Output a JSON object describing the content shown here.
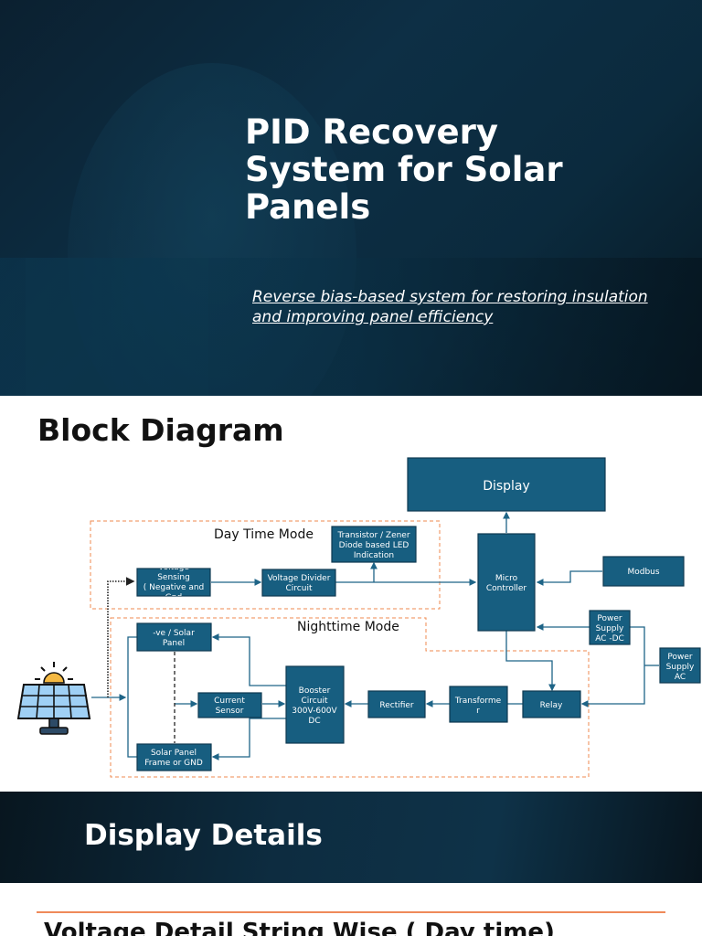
{
  "title_slide": {
    "title": "PID Recovery System for Solar Panels",
    "subtitle": "Reverse bias-based system for restoring insulation and improving panel efficiency"
  },
  "block_diagram": {
    "heading": "Block Diagram",
    "modes": {
      "day": "Day Time Mode",
      "night": "Nighttime Mode"
    },
    "blocks": {
      "display": "Display",
      "micro_controller": [
        "Micro",
        "Controller"
      ],
      "modbus": "Modbus",
      "led_indication": [
        "Transistor / Zener",
        "Diode based LED",
        "Indication"
      ],
      "voltage_sensing": [
        "Voltage",
        "Sensing",
        "( Negative and",
        "Gnd"
      ],
      "voltage_divider": [
        "Voltage Divider",
        "Circuit"
      ],
      "power_supply_acdc": [
        "Power",
        "Supply",
        "AC -DC"
      ],
      "power_supply_ac": [
        "Power",
        "Supply",
        "AC"
      ],
      "neg_solar_panel": [
        "-ve / Solar",
        "Panel"
      ],
      "current_sensor": [
        "Current",
        "Sensor"
      ],
      "booster": [
        "Booster",
        "Circuit",
        "300V-600V",
        "DC"
      ],
      "rectifier": "Rectifier",
      "transformer": [
        "Transforme",
        "r"
      ],
      "relay": "Relay",
      "frame_gnd": [
        "Solar Panel",
        "Frame or GND"
      ]
    },
    "icons": {
      "solar_panel": "solar-panel-with-sun-icon"
    },
    "colors": {
      "block": "#175e80",
      "wire": "#1e6487",
      "mode_border": "#ef8a4f"
    }
  },
  "display_details": {
    "heading": "Display Details",
    "section_heading": "Voltage Detail String Wise  ( Day time)"
  }
}
